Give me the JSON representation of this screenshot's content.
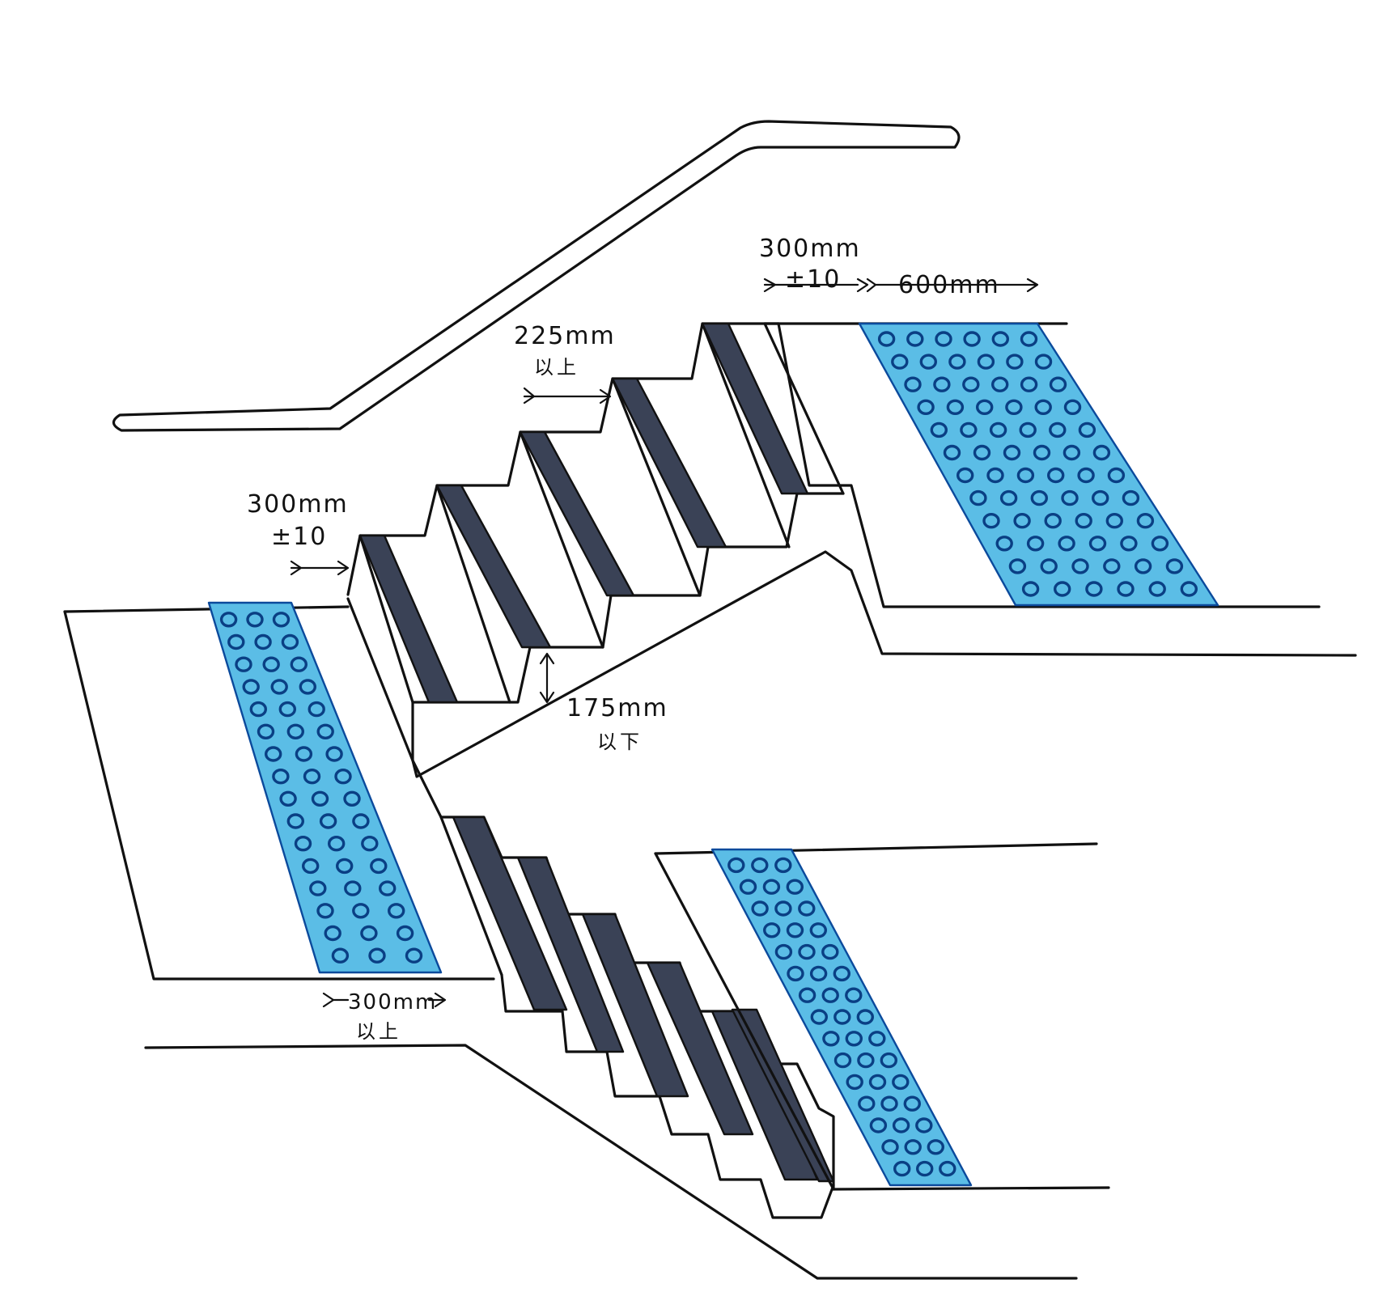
{
  "colors": {
    "ink": "#111111",
    "tactile_blue": "#5bbde6",
    "tactile_dot": "#0a3f84",
    "nosing_gray": "#3a4256",
    "background": "#ffffff"
  },
  "dimensions": {
    "top_left_offset": {
      "value": "300mm",
      "tolerance": "±10"
    },
    "top_right_offset": {
      "value": "300mm",
      "tolerance": "±10"
    },
    "top_right_block_width": {
      "value": "600mm"
    },
    "tread_depth": {
      "value": "225mm",
      "qualifier": "以上"
    },
    "riser_height": {
      "value": "175mm",
      "qualifier": "以下"
    },
    "landing_block_width": {
      "value": "300mm",
      "qualifier": "以上"
    }
  }
}
